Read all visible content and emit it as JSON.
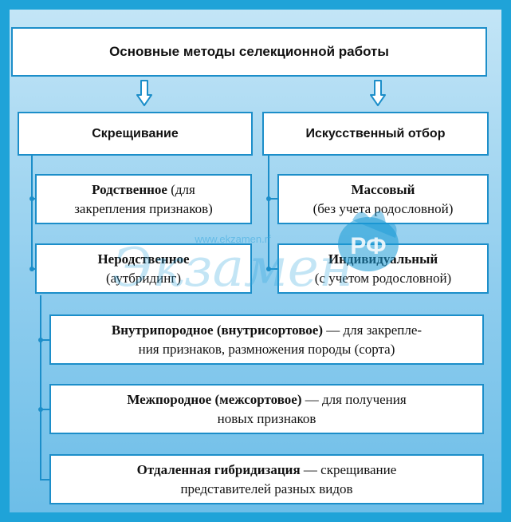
{
  "title": "Основные методы селекционной работы",
  "branches": {
    "left": "Скрещивание",
    "right": "Искусственный отбор"
  },
  "left_items": [
    {
      "bold": "Родственное",
      "rest": " (для",
      "line2": "закрепления признаков)"
    },
    {
      "bold": "Неродственное",
      "line2": "(аутбридинг)"
    }
  ],
  "right_items": [
    {
      "bold": "Массовый",
      "line2": "(без учета родословной)"
    },
    {
      "bold": "Индивидуальный",
      "line2": "(с учетом родословной)"
    }
  ],
  "sub_items": [
    {
      "bold": "Внутрипородное (внутрисортовое)",
      "rest": " — для закрепле-",
      "line2": "ния признаков, размножения породы (сорта)"
    },
    {
      "bold": "Межпородное (межсортовое)",
      "rest": " — для получения",
      "line2": "новых признаков"
    },
    {
      "bold": "Отдаленная гибридизация",
      "rest": " — скрещивание",
      "line2": "представителей разных видов"
    }
  ],
  "watermark": {
    "url": "www.ekzamen.rf",
    "brand": "Экзамен",
    "badge": "РФ"
  },
  "colors": {
    "frame": "#1fa3d8",
    "border": "#1c8ec9",
    "background": "#a7d8f1"
  }
}
